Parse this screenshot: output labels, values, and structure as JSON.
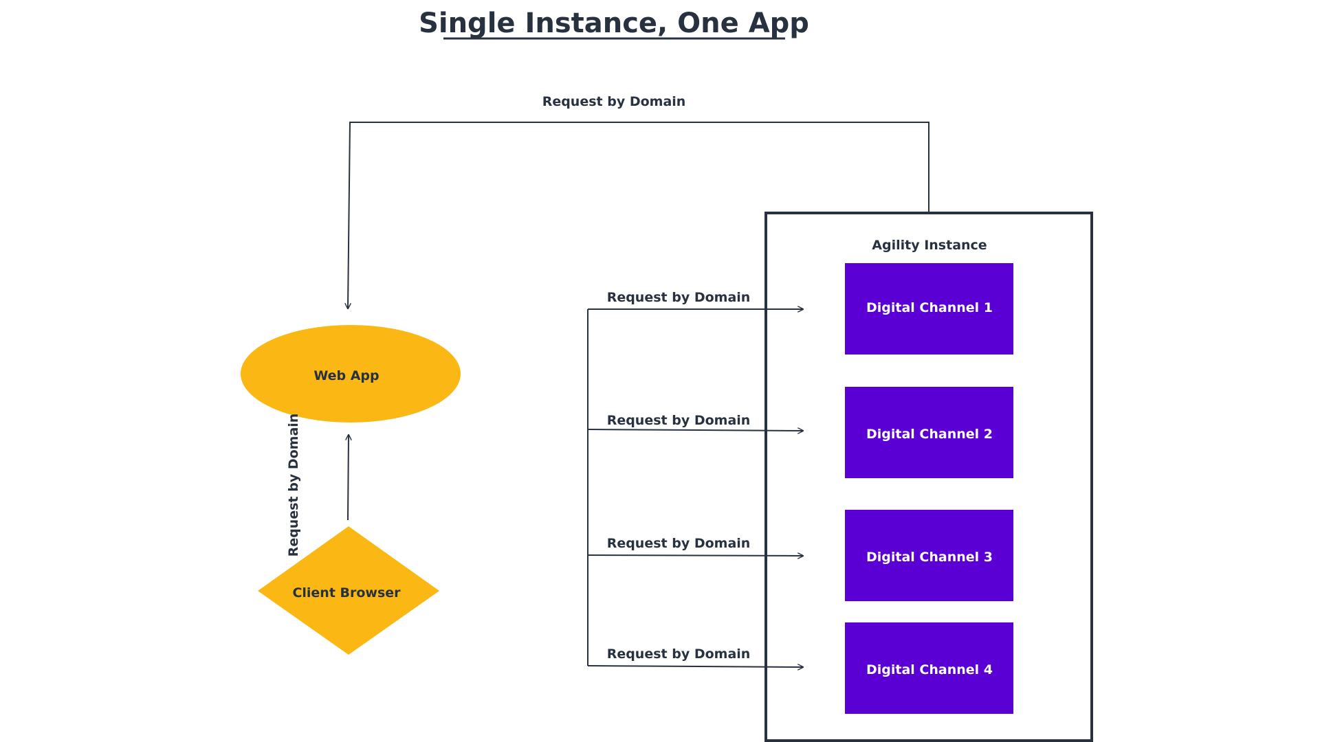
{
  "title": "Single Instance, One App",
  "nodes": {
    "web_app": "Web App",
    "client_browser": "Client Browser",
    "agility_instance": "Agility Instance",
    "channels": [
      "Digital Channel 1",
      "Digital Channel 2",
      "Digital Channel 3",
      "Digital Channel 4"
    ]
  },
  "edge_labels": {
    "top": "Request by Domain",
    "vertical": "Request by Domain",
    "channels": [
      "Request by Domain",
      "Request by Domain",
      "Request by Domain",
      "Request by Domain"
    ]
  },
  "colors": {
    "text": "#273140",
    "accent_yellow": "#fbb713",
    "accent_purple": "#5a00d4",
    "container_border": "#273140"
  }
}
